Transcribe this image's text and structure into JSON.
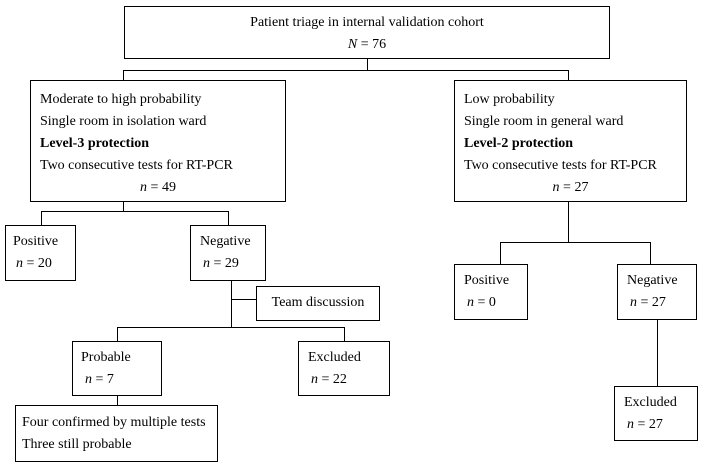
{
  "root": {
    "title": "Patient triage in internal validation cohort",
    "n_var": "N",
    "n_val": "76"
  },
  "left": {
    "lines": [
      "Moderate to high probability",
      "Single room in isolation ward"
    ],
    "protection": "Level-3 protection",
    "tests": "Two consecutive tests for RT-PCR",
    "n_val": "49",
    "positive": {
      "label": "Positive",
      "n_val": "20"
    },
    "negative": {
      "label": "Negative",
      "n_val": "29"
    },
    "team": "Team discussion",
    "probable": {
      "label": "Probable",
      "n_val": "7"
    },
    "excluded": {
      "label": "Excluded",
      "n_val": "22"
    },
    "outcome": [
      "Four confirmed by multiple tests",
      "Three still probable"
    ]
  },
  "right": {
    "lines": [
      "Low probability",
      "Single room in general ward"
    ],
    "protection": "Level-2 protection",
    "tests": "Two consecutive tests for RT-PCR",
    "n_val": "27",
    "positive": {
      "label": "Positive",
      "n_val": "0"
    },
    "negative": {
      "label": "Negative",
      "n_val": "27"
    },
    "excluded": {
      "label": "Excluded",
      "n_val": "27"
    }
  },
  "n_var_small": "n"
}
